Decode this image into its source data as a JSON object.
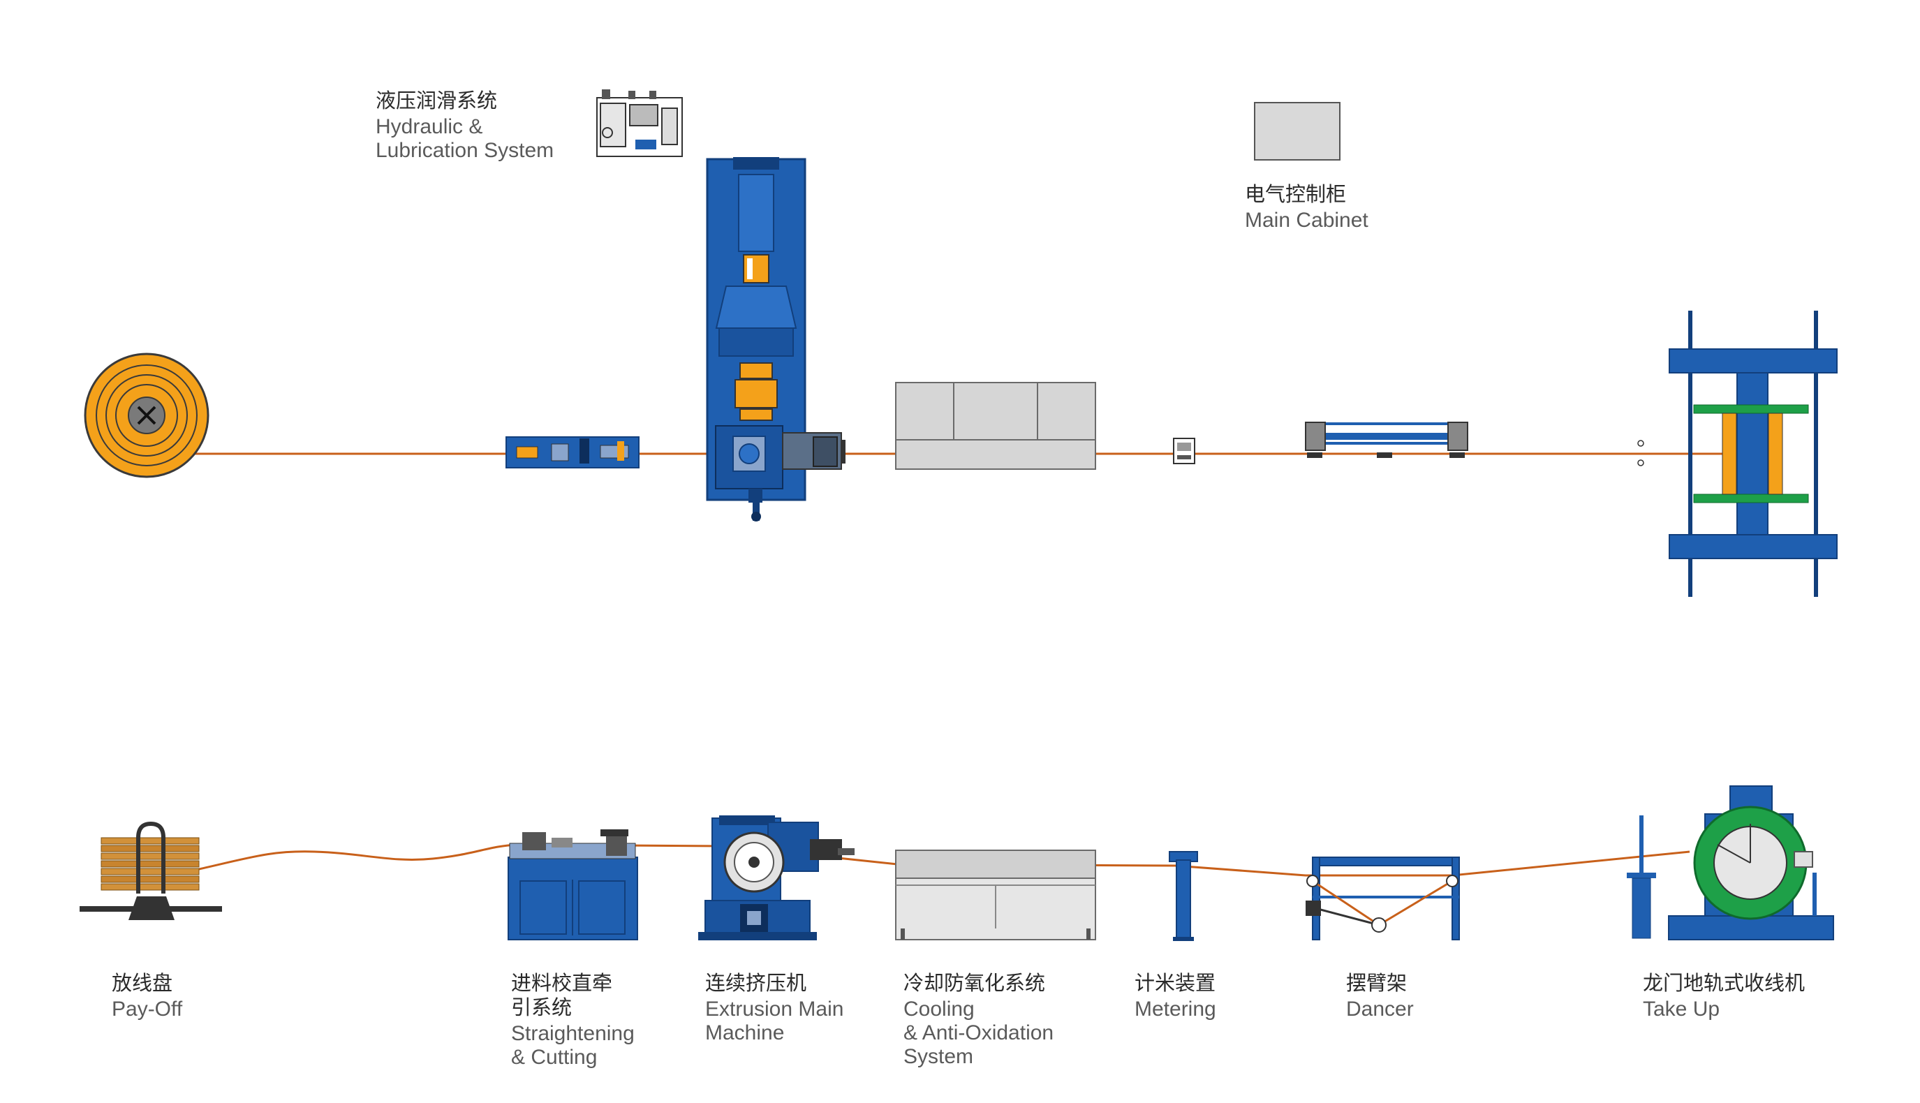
{
  "colors": {
    "machine_blue": "#1f5fb0",
    "machine_blue_dark": "#123f7c",
    "accent_orange": "#f4a11a",
    "wire_copper": "#c8601a",
    "cabinet_gray": "#d4d4d4",
    "outline_gray": "#666666",
    "drum_green": "#1ea048"
  },
  "top_labels": {
    "hydraulic": {
      "zh": "液压润滑系统",
      "en1": "Hydraulic &",
      "en2": "Lubrication System"
    },
    "cabinet": {
      "zh": "电气控制柜",
      "en1": "Main Cabinet"
    }
  },
  "stations": [
    {
      "zh": "放线盘",
      "en1": "Pay-Off"
    },
    {
      "zh1": "进料校直牵",
      "zh2": "引系统",
      "en1": "Straightening",
      "en2": "& Cutting"
    },
    {
      "zh": "连续挤压机",
      "en1": "Extrusion Main",
      "en2": "Machine"
    },
    {
      "zh": "冷却防氧化系统",
      "en1": "Cooling",
      "en2": "& Anti-Oxidation",
      "en3": "System"
    },
    {
      "zh": "计米装置",
      "en1": "Metering"
    },
    {
      "zh": "摆臂架",
      "en1": "Dancer"
    },
    {
      "zh": "龙门地轨式收线机",
      "en1": "Take Up"
    }
  ]
}
